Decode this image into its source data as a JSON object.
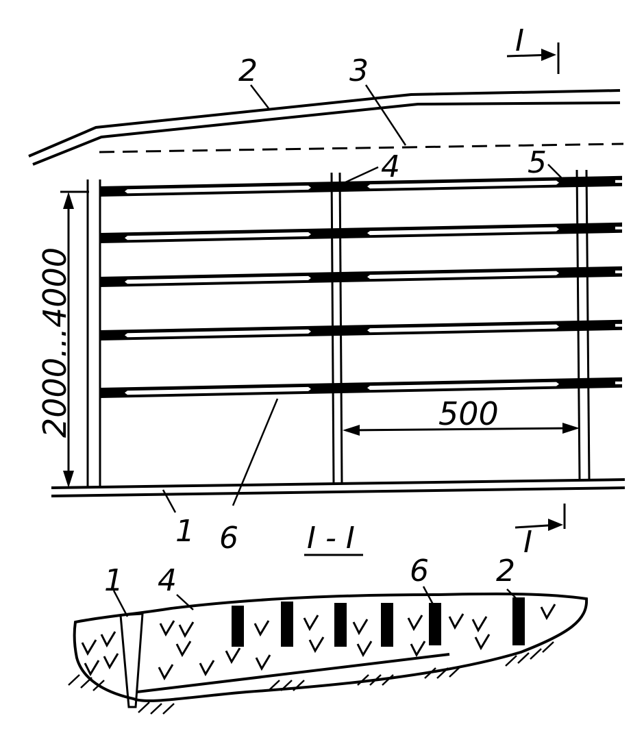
{
  "diagram": {
    "colors": {
      "ink": "#000000",
      "paper": "#ffffff"
    },
    "plan": {
      "dimension_height": "2000...4000",
      "dimension_spacing": "500",
      "section_marker_top": "I",
      "section_marker_bottom": "I",
      "callouts": {
        "c1": "1",
        "c2": "2",
        "c3": "3",
        "c4": "4",
        "c5": "5",
        "c6": "6"
      },
      "rows": [
        {
          "id": 1
        },
        {
          "id": 2
        },
        {
          "id": 3
        },
        {
          "id": 4
        },
        {
          "id": 5
        }
      ]
    },
    "section": {
      "title": "I - I",
      "callouts": {
        "c1": "1",
        "c4": "4",
        "c6": "6",
        "c2": "2"
      },
      "holes": 6
    }
  }
}
